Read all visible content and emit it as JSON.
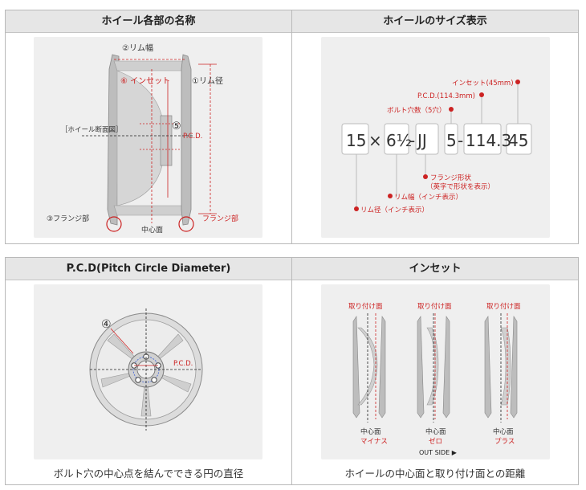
{
  "panels": {
    "parts": {
      "title": "ホイール各部の名称",
      "labels": {
        "rim_width": "②リム幅",
        "inset": "⑥ インセット",
        "rim_diameter": "①リム径",
        "section": "［ホイール断面図］",
        "pcd_num": "⑤",
        "pcd": "P.C.D.",
        "flange_left": "③フランジ部",
        "flange_right": "フランジ部",
        "center_plane": "中心面"
      }
    },
    "size": {
      "title": "ホイールのサイズ表示",
      "boxes": [
        "15",
        "×",
        "6½",
        "-",
        "JJ",
        "5",
        "-",
        "114.3",
        "45"
      ],
      "labels": {
        "inset": "インセット(45mm)",
        "pcd": "P.C.D.(114.3mm)",
        "bolts": "ボルト穴数（5穴）",
        "flange1": "フランジ形状",
        "flange2": "（英字で形状を表示）",
        "rim_width": "リム幅（インチ表示）",
        "rim_diameter": "リム径（インチ表示）"
      }
    },
    "pcd": {
      "title": "P.C.D(Pitch Circle Diameter)",
      "marker": "④",
      "label": "P.C.D.",
      "caption": "ボルト穴の中心点を結んでできる円の直径"
    },
    "inset": {
      "title": "インセット",
      "mount_label": "取り付け面",
      "center_label": "中心面",
      "types": [
        "マイナス",
        "ゼロ",
        "プラス"
      ],
      "outside": "OUT SIDE ▶",
      "caption": "ホイールの中心面と取り付け面との距離"
    }
  },
  "colors": {
    "accent": "#cc2222",
    "header_bg": "#e6e6e6",
    "figure_bg": "#efefef"
  }
}
